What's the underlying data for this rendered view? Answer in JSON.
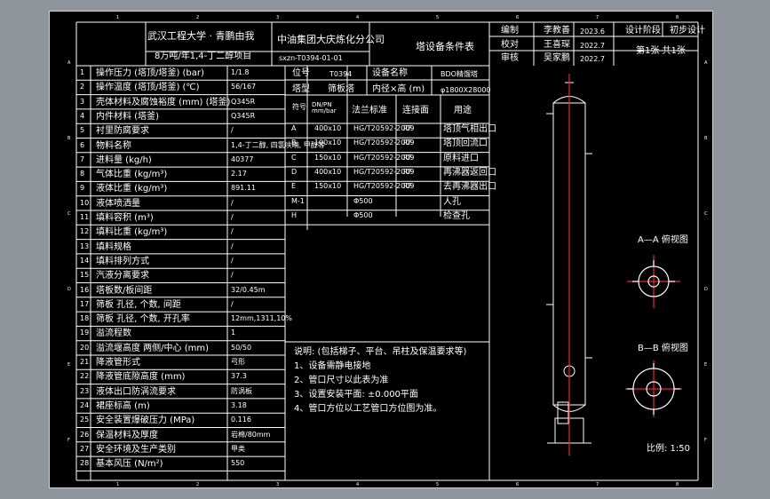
{
  "title_block": {
    "school": "武汉工程大学 · 青鹏由我",
    "company": "中油集团大庆炼化分公司",
    "doc_title": "塔设备条件表",
    "project": "8万吨/年1,4-丁二醇项目",
    "drawing_no": "sxzn-T0394-01-01",
    "roles": [
      {
        "role": "编制",
        "name": "李教善",
        "date": "2023.6"
      },
      {
        "role": "校对",
        "name": "王喜琛",
        "date": "2022.7"
      },
      {
        "role": "审核",
        "name": "吴家鹏",
        "date": "2022.7"
      }
    ],
    "stage_label": "设计阶段",
    "stage_value": "初步设计",
    "sheet_info": "第1张 共1张",
    "scale": "比例: 1:50"
  },
  "params": [
    {
      "no": "1",
      "label": "操作压力 (塔顶/塔釜) (bar)",
      "value": "1/1.8"
    },
    {
      "no": "2",
      "label": "操作温度 (塔顶/塔釜) (℃)",
      "value": "56/167"
    },
    {
      "no": "3",
      "label": "壳体材料及腐蚀裕度 (mm) (塔釜)",
      "value": "Q345R"
    },
    {
      "no": "4",
      "label": "内件材料 (塔釜)",
      "value": "Q345R"
    },
    {
      "no": "5",
      "label": "衬里防腐要求",
      "value": "/"
    },
    {
      "no": "6",
      "label": "物料名称",
      "value": "1,4-丁二醇, 四氢呋喃, 甲醇等"
    },
    {
      "no": "7",
      "label": "进料量 (kg/h)",
      "value": "40377"
    },
    {
      "no": "8",
      "label": "气体比重 (kg/m³)",
      "value": "2.17"
    },
    {
      "no": "9",
      "label": "液体比重 (kg/m³)",
      "value": "891.11"
    },
    {
      "no": "10",
      "label": "液体喷洒量",
      "value": "/"
    },
    {
      "no": "11",
      "label": "填料容积 (m³)",
      "value": "/"
    },
    {
      "no": "12",
      "label": "填料比重 (kg/m³)",
      "value": "/"
    },
    {
      "no": "13",
      "label": "填料规格",
      "value": "/"
    },
    {
      "no": "14",
      "label": "填料排列方式",
      "value": "/"
    },
    {
      "no": "15",
      "label": "汽液分离要求",
      "value": "/"
    },
    {
      "no": "16",
      "label": "塔板数/板间距",
      "value": "32/0.45m"
    },
    {
      "no": "17",
      "label": "筛板 孔径, 个数, 间距",
      "value": "/"
    },
    {
      "no": "18",
      "label": "筛板 孔径, 个数, 开孔率",
      "value": "12mm,1311,10%"
    },
    {
      "no": "19",
      "label": "溢流程数",
      "value": "1"
    },
    {
      "no": "20",
      "label": "溢流堰高度 两侧/中心 (mm)",
      "value": "50/50"
    },
    {
      "no": "21",
      "label": "降液管形式",
      "value": "弓形"
    },
    {
      "no": "22",
      "label": "降液管底隙高度 (mm)",
      "value": "37.3"
    },
    {
      "no": "23",
      "label": "液体出口防涡流要求",
      "value": "防涡板"
    },
    {
      "no": "24",
      "label": "裙座标高 (m)",
      "value": "3.18"
    },
    {
      "no": "25",
      "label": "安全装置爆破压力 (MPa)",
      "value": "0.116"
    },
    {
      "no": "26",
      "label": "保温材料及厚度",
      "value": "岩棉/80mm"
    },
    {
      "no": "27",
      "label": "安全环境及生产类别",
      "value": "甲类"
    },
    {
      "no": "28",
      "label": "基本风压 (N/m²)",
      "value": "550"
    }
  ],
  "equipment": {
    "no_label": "位号",
    "no_value": "T0394",
    "name_label": "设备名称",
    "name_value": "BDO精馏塔",
    "type_label": "塔型",
    "type_value": "筛板塔",
    "dia_label": "内径×高 (m)",
    "dia_value": "φ1800X28000"
  },
  "nozzle_header": [
    "符号",
    "DN/PN mm/bar",
    "法兰标准",
    "连接面",
    "用途"
  ],
  "nozzles": [
    {
      "sym": "A",
      "dn": "400x10",
      "std": "HG/T20592-2009",
      "face": "RF",
      "use": "塔顶气相出口"
    },
    {
      "sym": "B",
      "dn": "100x10",
      "std": "HG/T20592-2009",
      "face": "RF",
      "use": "塔顶回流口"
    },
    {
      "sym": "C",
      "dn": "150x10",
      "std": "HG/T20592-2009",
      "face": "RF",
      "use": "原料进口"
    },
    {
      "sym": "D",
      "dn": "400x10",
      "std": "HG/T20592-2009",
      "face": "RF",
      "use": "再沸器返回口"
    },
    {
      "sym": "E",
      "dn": "150x10",
      "std": "HG/T20592-2009",
      "face": "RF",
      "use": "去再沸器出口"
    },
    {
      "sym": "M-1",
      "dn": "",
      "std": "Φ500",
      "face": "",
      "use": "人孔"
    },
    {
      "sym": "H",
      "dn": "",
      "std": "Φ500",
      "face": "",
      "use": "检查孔"
    }
  ],
  "notes_title": "说明: (包括梯子、平台、吊柱及保温要求等)",
  "notes": [
    "1、设备需静电接地",
    "2、管口尺寸以此表为准",
    "3、设置安装平面: ±0.000平面",
    "4、管口方位以工艺管口方位图为准。"
  ],
  "views": {
    "a_title": "A—A 俯视图",
    "b_title": "B—B 俯视图"
  },
  "ruler_cols": [
    "1",
    "2",
    "3",
    "4",
    "5",
    "6",
    "7",
    "8"
  ],
  "ruler_rows": [
    "A",
    "B",
    "C",
    "D",
    "E",
    "F"
  ]
}
